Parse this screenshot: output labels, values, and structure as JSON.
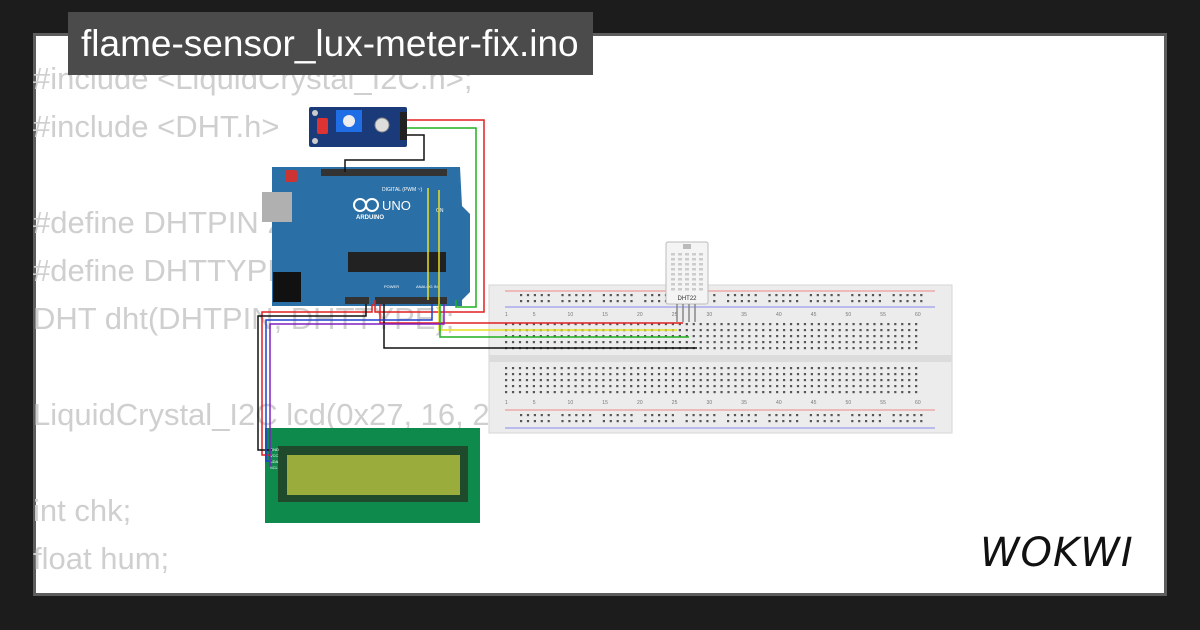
{
  "title": "flame-sensor_lux-meter-fix.ino",
  "code_lines": [
    "#include <LiquidCrystal_I2C.h>;",
    "#include <DHT.h>",
    "",
    "#define DHTPIN 2",
    "#define DHTTYPE DHT22",
    "DHT dht(DHTPIN, DHTTYPE);",
    "",
    "LiquidCrystal_I2C lcd(0x27, 16, 2);",
    "",
    "int chk;",
    "float hum;"
  ],
  "arduino": {
    "logo": "ARDUINO",
    "model": "UNO",
    "digital_label": "DIGITAL (PWM ~)",
    "power_label": "POWER",
    "analog_label": "ANALOG IN",
    "on_label": "ON"
  },
  "dht_label": "DHT22",
  "lcd_pins": [
    "GND",
    "VCC",
    "SDA",
    "SCL"
  ],
  "breadboard_numbers": [
    "1",
    "5",
    "10",
    "15",
    "20",
    "25",
    "30",
    "35",
    "40",
    "45",
    "50",
    "55",
    "60"
  ],
  "brand": "WOKWI",
  "colors": {
    "background": "#1c1c1c",
    "arduino": "#2a6fa5",
    "lcd_board": "#0d8a4c",
    "lcd_screen": "#9aad3c",
    "wire_red": "#e02020",
    "wire_green": "#20b020",
    "wire_yellow": "#e8e020",
    "wire_black": "#111111"
  }
}
